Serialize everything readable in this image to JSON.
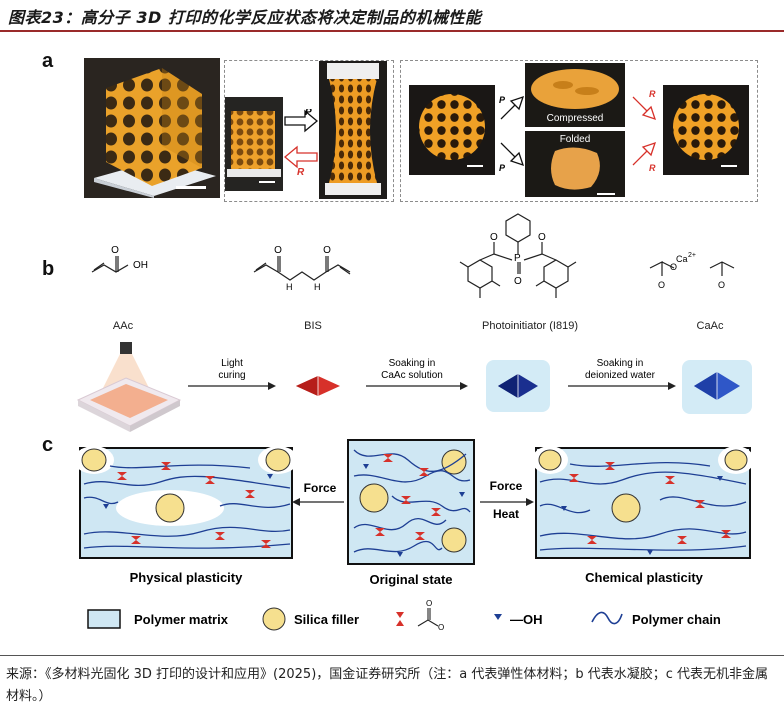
{
  "figure": {
    "title": "图表23：高分子 3D 打印的化学反应状态将决定制品的机械性能",
    "footer": "来源：《多材料光固化 3D 打印的设计和应用》(2025)，国金证券研究所（注：a 代表弹性体材料；b 代表水凝胶；c 代表无机非金属材料。）"
  },
  "panel_a": {
    "label": "a",
    "arrow_p": "P",
    "arrow_r": "R",
    "compressed_label": "Compressed",
    "folded_label": "Folded"
  },
  "panel_b": {
    "label": "b",
    "molecules": [
      {
        "name": "AAc"
      },
      {
        "name": "BIS"
      },
      {
        "name": "Photoinitiator (I819)"
      },
      {
        "name": "CaAc"
      }
    ],
    "steps": [
      {
        "label_line1": "Light",
        "label_line2": "curing"
      },
      {
        "label_line1": "Soaking in",
        "label_line2": "CaAc solution"
      },
      {
        "label_line1": "Soaking in",
        "label_line2": "deionized water"
      }
    ]
  },
  "panel_c": {
    "label": "c",
    "force_left": "Force",
    "force_right": "Force",
    "heat_right": "Heat",
    "captions": [
      "Physical plasticity",
      "Original state",
      "Chemical plasticity"
    ],
    "legend": [
      {
        "label": "Polymer matrix"
      },
      {
        "label": "Silica filler"
      },
      {
        "label": ""
      },
      {
        "label": "—OH"
      },
      {
        "label": "Polymer chain"
      }
    ]
  },
  "colors": {
    "accent_red": "#d7312a",
    "matrix_blue": "#cfe7f3",
    "filler_yellow": "#f6e08f",
    "chain_blue": "#1e3f94",
    "lattice_orange": "#e7a52c"
  }
}
